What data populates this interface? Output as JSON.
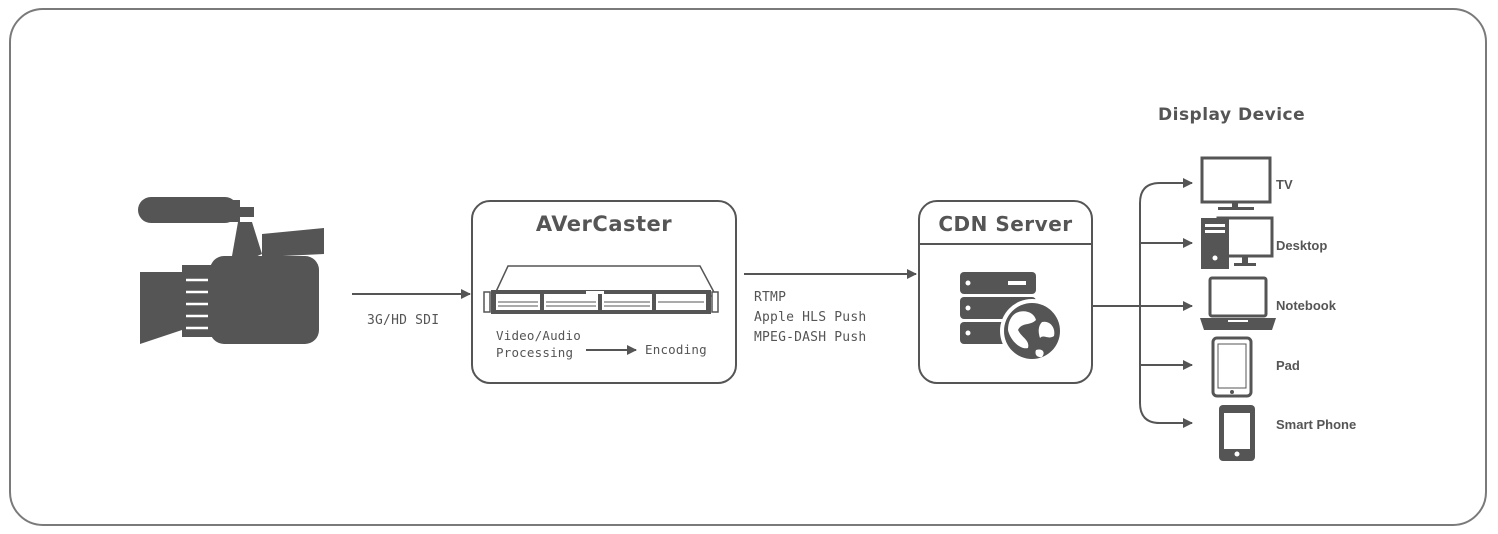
{
  "source": {
    "link_label": "3G/HD SDI",
    "icon": "video-camera-icon"
  },
  "encoder": {
    "title": "AVerCaster",
    "device_icon": "rack-server-icon",
    "step_from": "Video/Audio\nProcessing",
    "step_to": "Encoding"
  },
  "protocols": [
    "RTMP",
    "Apple HLS Push",
    "MPEG-DASH Push"
  ],
  "cdn": {
    "title": "CDN Server",
    "icon": "server-globe-icon"
  },
  "display": {
    "heading": "Display Device",
    "devices": [
      {
        "label": "TV",
        "icon": "tv-icon"
      },
      {
        "label": "Desktop",
        "icon": "desktop-icon"
      },
      {
        "label": "Notebook",
        "icon": "notebook-icon"
      },
      {
        "label": "Pad",
        "icon": "tablet-icon"
      },
      {
        "label": "Smart Phone",
        "icon": "smartphone-icon"
      }
    ]
  },
  "colors": {
    "ink": "#555555",
    "frame": "#7a7a7a",
    "background": "#ffffff"
  }
}
